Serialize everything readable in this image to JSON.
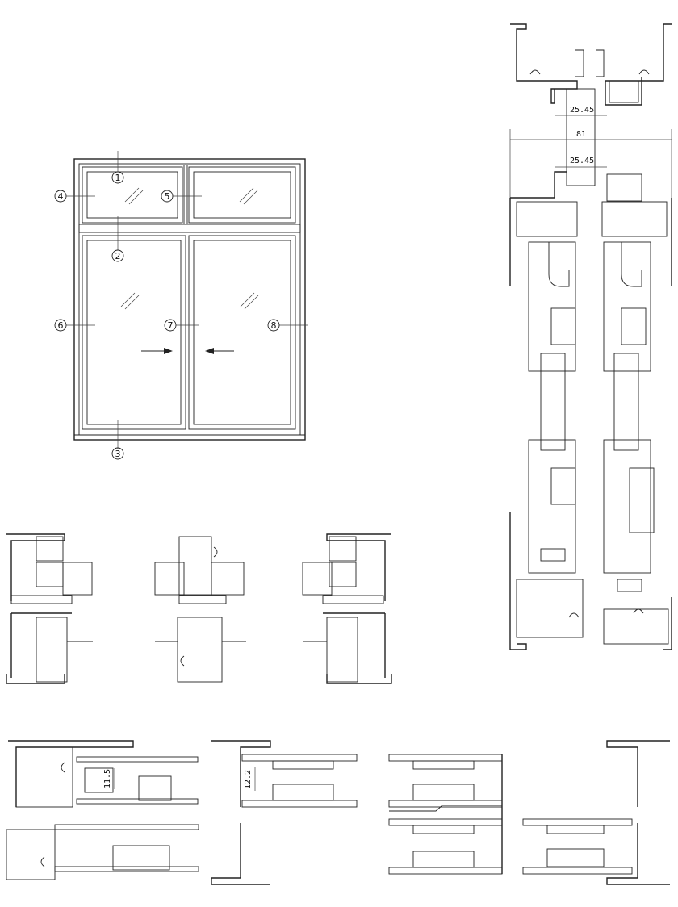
{
  "elevation": {
    "callouts": [
      {
        "id": "c1",
        "label": "1"
      },
      {
        "id": "c2",
        "label": "2"
      },
      {
        "id": "c3",
        "label": "3"
      },
      {
        "id": "c4",
        "label": "4"
      },
      {
        "id": "c5",
        "label": "5"
      },
      {
        "id": "c6",
        "label": "6"
      },
      {
        "id": "c7",
        "label": "7"
      },
      {
        "id": "c8",
        "label": "8"
      }
    ]
  },
  "vertical_section": {
    "dim_top_glass": "25.45",
    "dim_overall": "81",
    "dim_bottom_glass": "25.45"
  },
  "bottom_sections": {
    "dim_a": "11.5",
    "dim_b": "12.2"
  }
}
